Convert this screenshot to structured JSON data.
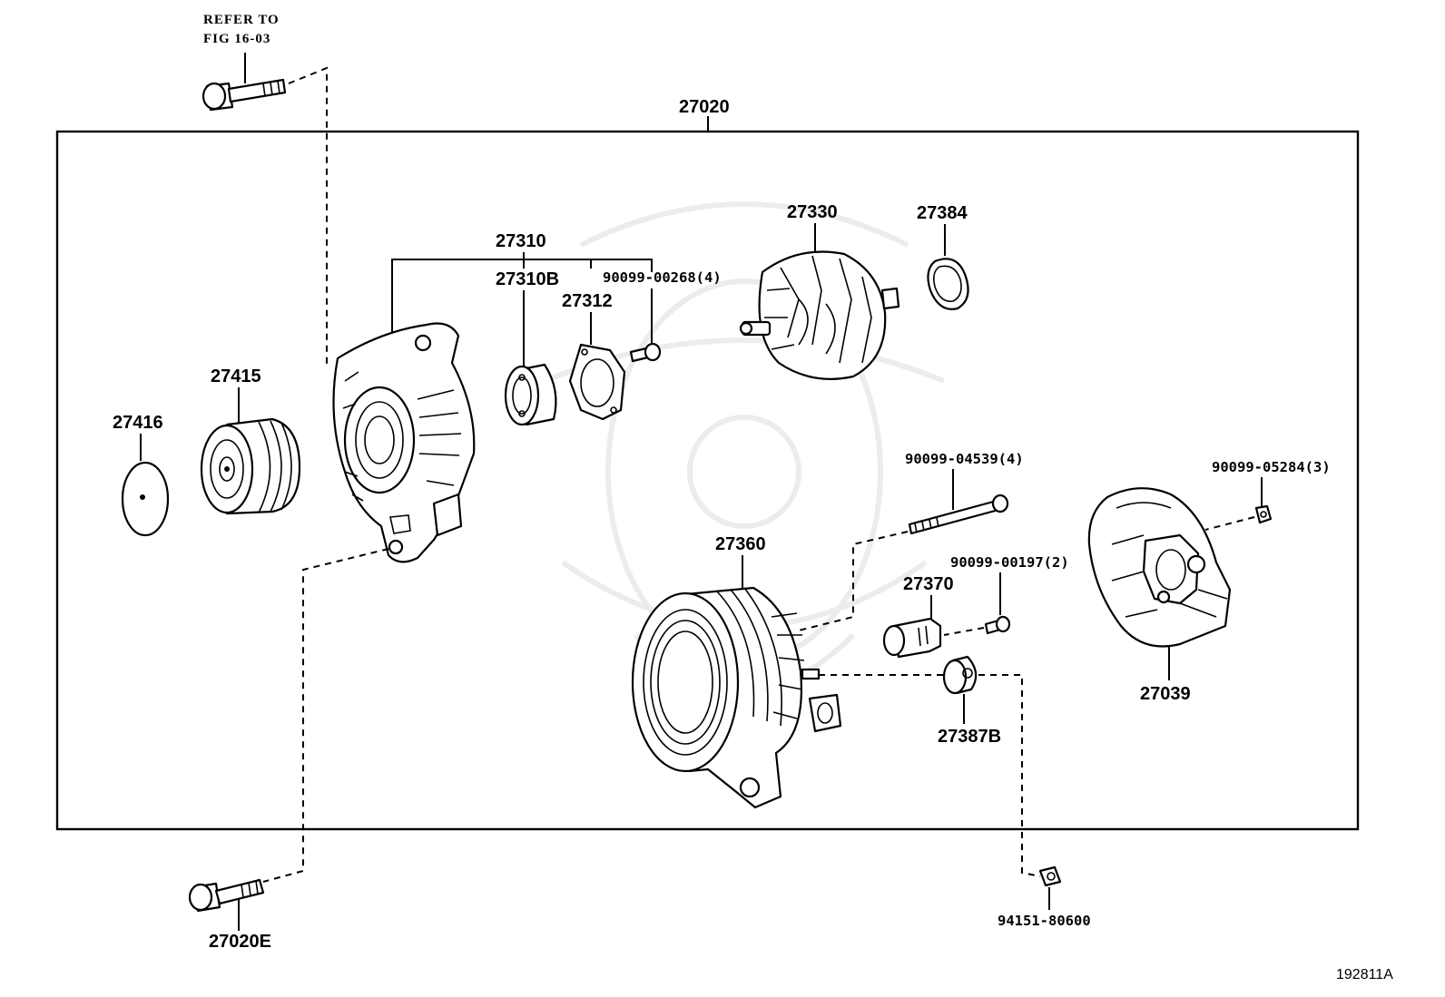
{
  "diagram": {
    "reference_note": [
      "REFER TO",
      "FIG 16-03"
    ],
    "assembly_number": "27020",
    "figure_code": "192811A",
    "parts": {
      "p27416": "27416",
      "p27415": "27415",
      "p27310": "27310",
      "p27310B": "27310B",
      "p27312": "27312",
      "p90099_00268": "90099-00268(4)",
      "p27330": "27330",
      "p27384": "27384",
      "p90099_04539": "90099-04539(4)",
      "p90099_05284": "90099-05284(3)",
      "p27360": "27360",
      "p90099_00197": "90099-00197(2)",
      "p27370": "27370",
      "p27387B": "27387B",
      "p27039": "27039",
      "p27020E": "27020E",
      "p94151_80600": "94151-80600"
    }
  }
}
